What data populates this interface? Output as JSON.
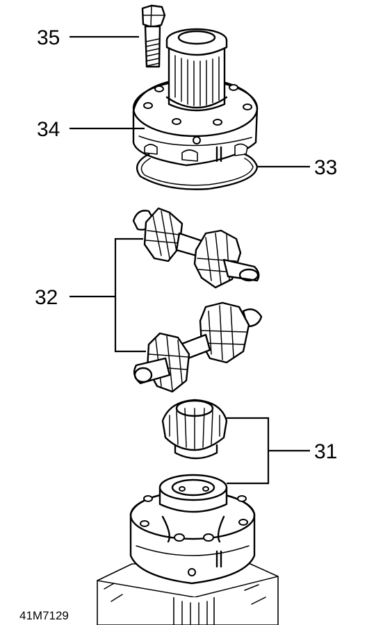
{
  "callouts": {
    "c35": "35",
    "c34": "34",
    "c33": "33",
    "c32": "32",
    "c31": "31"
  },
  "reference": "41M7129",
  "colors": {
    "ink": "#000000",
    "paper": "#ffffff"
  }
}
